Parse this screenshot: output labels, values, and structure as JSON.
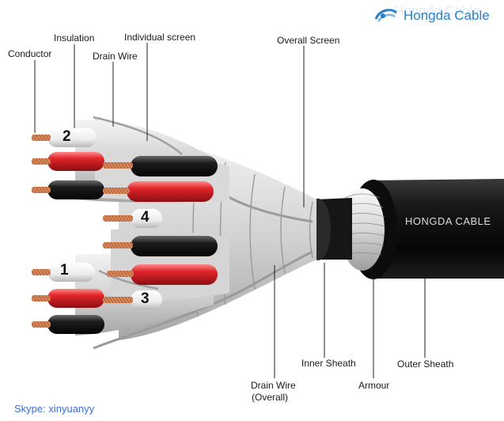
{
  "brand": {
    "name": "Hongda Cable",
    "ghost": "Hongda Cable"
  },
  "jacket_text": "HONGDA CABLE",
  "labels": {
    "conductor": "Conductor",
    "insulation": "Insulation",
    "drain_wire": "Drain Wire",
    "individual_screen": "Individual screen",
    "overall_screen": "Overall Screen",
    "inner_sheath": "Inner Sheath",
    "outer_sheath": "Outer Sheath",
    "armour": "Armour",
    "drain_wire_overall_1": "Drain Wire",
    "drain_wire_overall_2": "(Overall)"
  },
  "pair_numbers": {
    "p1": "1",
    "p2": "2",
    "p3": "3",
    "p4": "4"
  },
  "footer": {
    "skype": "Skype: xinyuanyy"
  },
  "colors": {
    "jacket": "#0e0e0e",
    "red_core": "#e0242a",
    "black_core": "#1c1c1c",
    "white_core": "#f2f2f2",
    "copper": "#d9875a",
    "screen": "#d7d7d7",
    "brand_blue": "#2a7fc8"
  },
  "icons": {
    "logo": "hongda-logo-icon"
  }
}
